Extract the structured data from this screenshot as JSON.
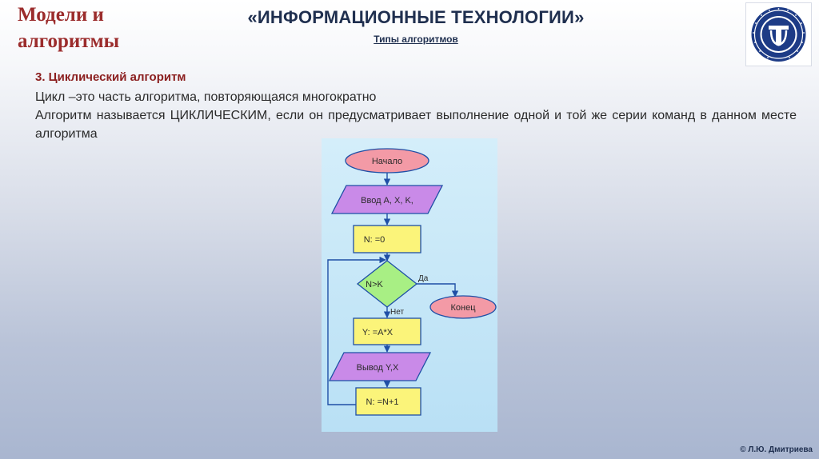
{
  "header": {
    "corner_title_line1": "Модели и",
    "corner_title_line2": "алгоритмы",
    "title": "«ИНФОРМАЦИОННЫЕ ТЕХНОЛОГИИ»",
    "subtitle": "Типы алгоритмов"
  },
  "content": {
    "heading": "3. Циклический алгоритм",
    "line1": "Цикл –это часть алгоритма, повторяющаяся многократно",
    "line2": "Алгоритм называется ЦИКЛИЧЕСКИМ, если он предусматривает выполнение одной и той же серии команд в данном месте алгоритма"
  },
  "flowchart": {
    "start": "Начало",
    "input": "Ввод A, X, K,",
    "init": "N: =0",
    "condition": "N>K",
    "yes": "Да",
    "no": "Нет",
    "end": "Конец",
    "calc": "Y: =A*X",
    "output": "Вывод Y,X",
    "increment": "N: =N+1"
  },
  "colors": {
    "terminal": "#f39aa6",
    "io": "#c98ae8",
    "process": "#fbf47a",
    "decision": "#a8ef84",
    "title_red": "#9b2c2c",
    "logo_blue": "#1d3b86"
  },
  "footer": {
    "credit": "© Л.Ю. Дмитриева"
  }
}
